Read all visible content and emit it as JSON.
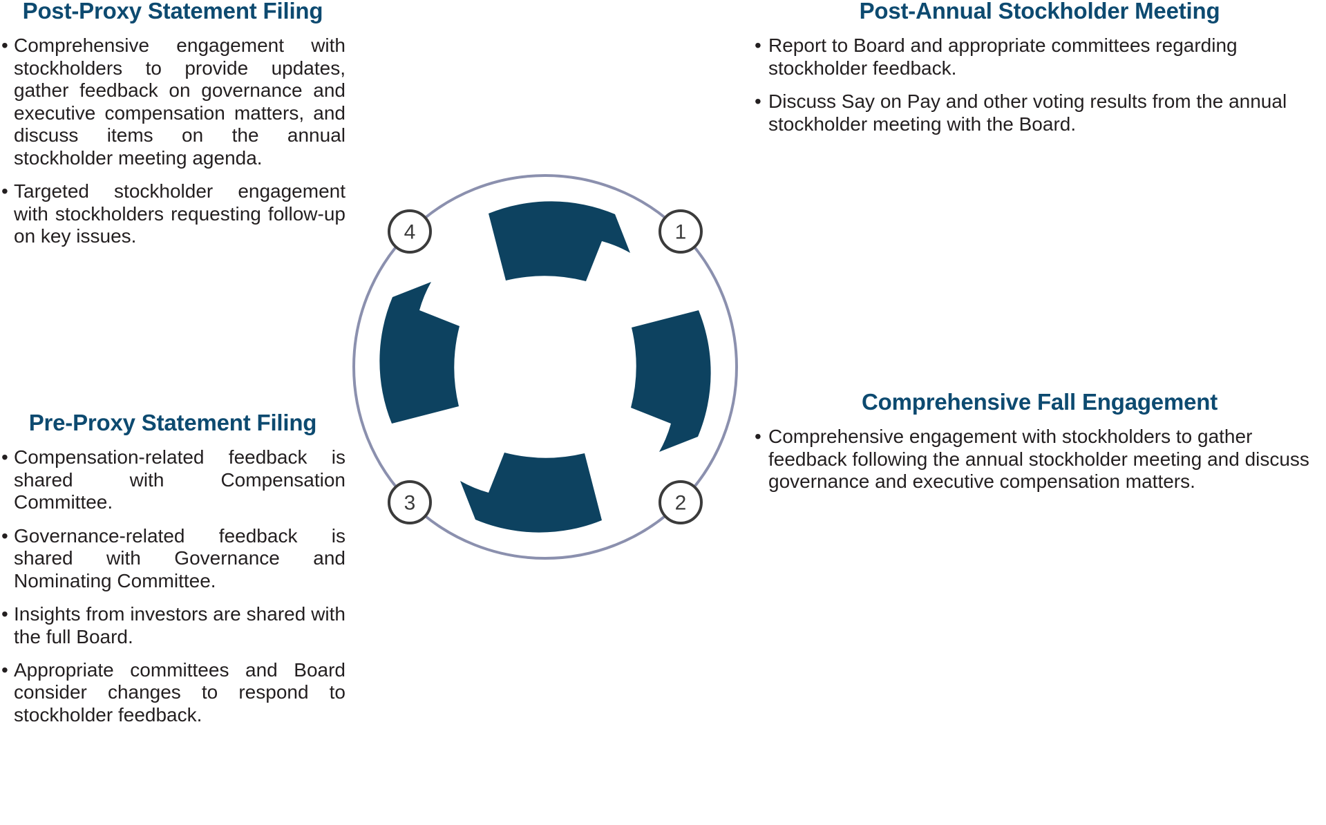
{
  "colors": {
    "heading": "#0d4a70",
    "body_text": "#231f20",
    "arrow_fill": "#0d4260",
    "outer_ring": "#8b90ae",
    "number_circle_stroke": "#3b3b3b",
    "background": "#ffffff"
  },
  "blocks": {
    "post_proxy": {
      "title": "Post-Proxy Statement Filing",
      "bullets": [
        "Comprehensive engagement with stockholders to provide updates, gather feedback on governance and executive compensation matters, and discuss items on the annual stockholder meeting agenda.",
        "Targeted stockholder engagement with stockholders requesting follow-up on key issues."
      ]
    },
    "pre_proxy": {
      "title": "Pre-Proxy Statement Filing",
      "bullets": [
        "Compensation-related feedback is shared with Compensation Committee.",
        "Governance-related feedback is shared with Governance and Nominating Committee.",
        "Insights from investors are shared with the full Board.",
        "Appropriate committees and Board consider changes to respond to stockholder feedback."
      ]
    },
    "post_annual": {
      "title": "Post-Annual Stockholder Meeting",
      "bullets": [
        "Report to Board and appropriate committees regarding stockholder feedback.",
        "Discuss Say on Pay and other voting results from the annual stockholder meeting with the Board."
      ]
    },
    "fall_engagement": {
      "title": "Comprehensive Fall Engagement",
      "bullets": [
        "Comprehensive engagement with stockholders to gather feedback following the annual stockholder meeting and discuss governance and executive compensation matters."
      ]
    }
  },
  "diagram": {
    "type": "cycle",
    "bullet_glyph": "•",
    "steps": [
      {
        "number": "1",
        "label": "Post-Annual Stockholder Meeting",
        "angle_deg": 45
      },
      {
        "number": "2",
        "label": "Comprehensive Fall Engagement",
        "angle_deg": 135
      },
      {
        "number": "3",
        "label": "Pre-Proxy Statement Filing",
        "angle_deg": 225
      },
      {
        "number": "4",
        "label": "Post-Proxy Statement Filing",
        "angle_deg": 315
      }
    ]
  }
}
